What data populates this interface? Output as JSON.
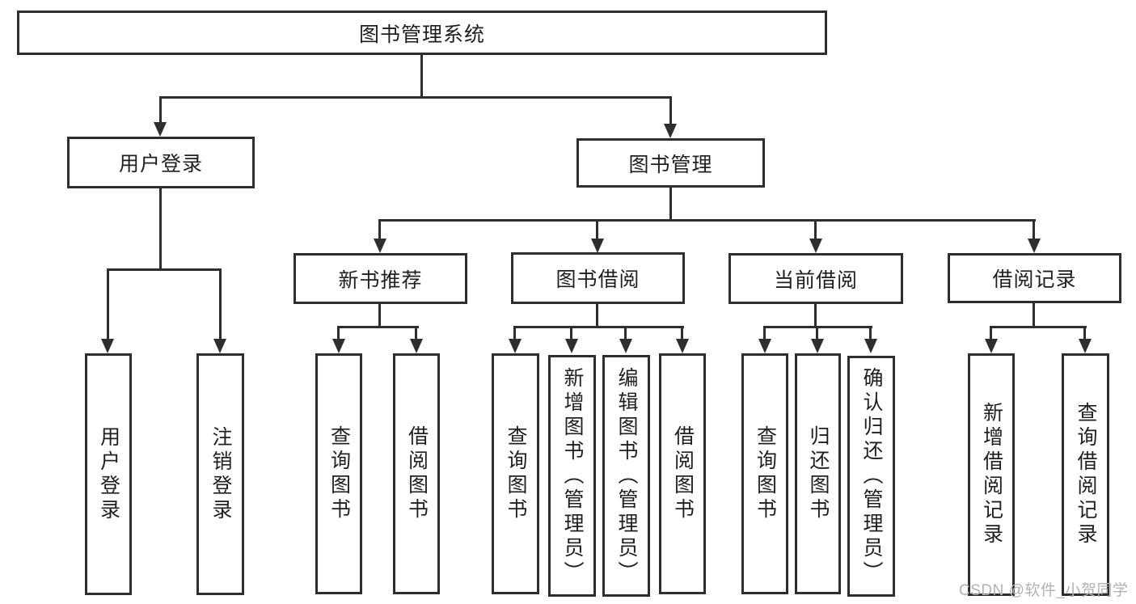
{
  "diagram": {
    "root": {
      "label": "图书管理系统"
    },
    "level2": {
      "user_login": {
        "label": "用户登录"
      },
      "book_mgmt": {
        "label": "图书管理"
      }
    },
    "level3": {
      "new_book_rec": {
        "label": "新书推荐"
      },
      "book_borrow": {
        "label": "图书借阅"
      },
      "current_borrow": {
        "label": "当前借阅"
      },
      "borrow_records": {
        "label": "借阅记录"
      }
    },
    "leaves": {
      "user_login": {
        "label": "用户登录"
      },
      "logout": {
        "label": "注销登录"
      },
      "rec_query_books": {
        "label": "查询图书"
      },
      "rec_borrow_books": {
        "label": "借阅图书"
      },
      "bb_query_books": {
        "label": "查询图书"
      },
      "bb_add_books": {
        "label": "新增图书（管理员）"
      },
      "bb_edit_books": {
        "label": "编辑图书（管理员）"
      },
      "bb_borrow_books": {
        "label": "借阅图书"
      },
      "cb_query_books": {
        "label": "查询图书"
      },
      "cb_return_books": {
        "label": "归还图书"
      },
      "cb_confirm_return": {
        "label": "确认归还（管理员）"
      },
      "br_add_record": {
        "label": "新增借阅记录"
      },
      "br_query_record": {
        "label": "查询借阅记录"
      }
    },
    "watermark": "CSDN @软件_小贺同学",
    "colors": {
      "line": "#2e2e2e",
      "text": "#1f1f1f",
      "watermark": "#b2b2b2",
      "background": "#ffffff"
    }
  }
}
